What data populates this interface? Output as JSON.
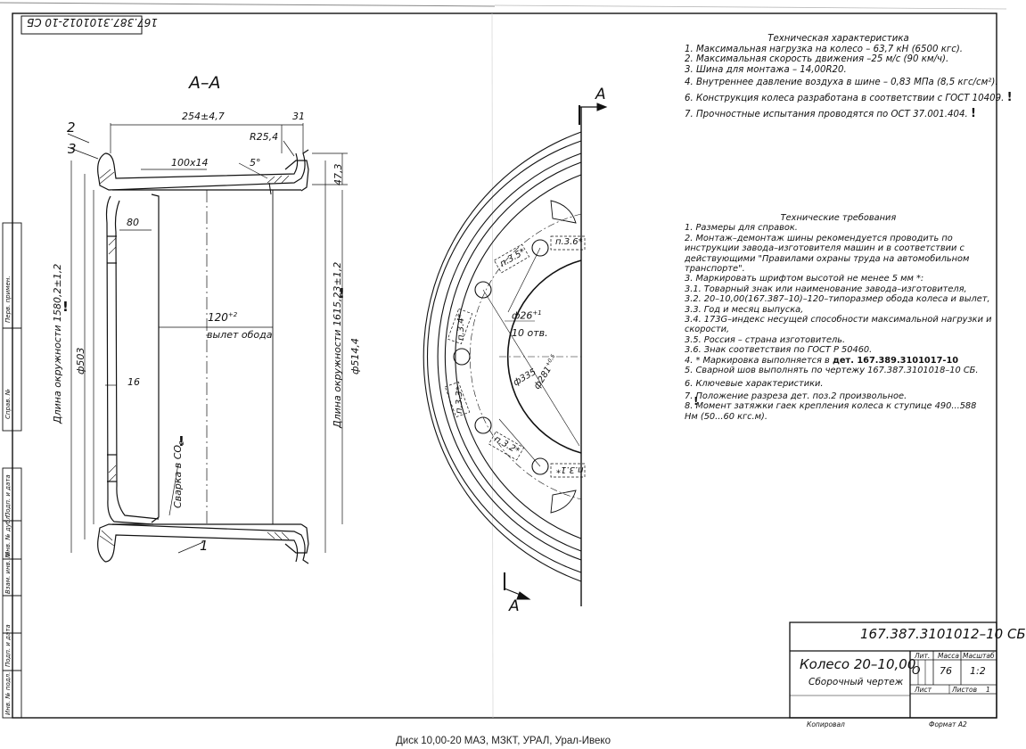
{
  "drawing": {
    "header_code": "167.387.3101012-10 СБ",
    "section_label": "А–А",
    "cut_label": "А",
    "dimensions": {
      "width_top": "254±4,7",
      "dim_31": "31",
      "radius": "R25,4",
      "dim_47_3": "47,3",
      "dim_100x14": "100x14",
      "angle": "5°",
      "dim_80": "80",
      "offset": "120",
      "offset_tol": "+2",
      "offset_label": "вылет обода",
      "dim_16": "16",
      "diam_503": "ф503",
      "diam_514": "ф514,4",
      "circ_left": "Длина окружности 1580,2±1,2",
      "circ_right": "Длина окружности 1615,23±1,2",
      "weld": "Сварка в CO",
      "weld_sub": "2",
      "diam_26": "ф26",
      "diam_26_tol": "+1",
      "holes": "10 отв.",
      "diam_335": "ф335",
      "diam_281": "ф281",
      "diam_281_tol": "+0,5",
      "n35": "п.3.5*",
      "n36": "п.3.6*",
      "n34": "п.3.4*",
      "n33": "п.3.3*",
      "n32": "п.3.2*",
      "n31": "п.3.1*",
      "pos1": "1",
      "pos2": "2",
      "pos3": "3"
    },
    "tech_characteristics": {
      "title": "Техническая характеристика",
      "items": [
        "1. Максимальная нагрузка на колесо – 63,7 кН (6500 кгс).",
        "2. Максимальная скорость движения –25 м/с (90 км/ч).",
        "3. Шина для монтажа – 14,00R20.",
        "4. Внутреннее давление воздуха в шине – 0,83 МПа (8,5 кгс/см²).",
        "6. Конструкция колеса разработана в соответствии с ГОСТ 10409.",
        "7. Прочностные испытания проводятся по ОСТ 37.001.404."
      ]
    },
    "tech_requirements": {
      "title": "Технические требования",
      "items": [
        "1. Размеры для справок.",
        "2. Монтаж–демонтаж шины рекомендуется проводить по инструкции завода–изготовителя машин и в соответствии с действующими \"Правилами охраны труда на автомобильном транспорте\".",
        "3. Маркировать шрифтом высотой не менее 5 мм *:",
        "3.1. Товарный знак или наименование завода–изготовителя,",
        "3.2. 20–10,00(167.387–10)–120–типоразмер обода колеса и вылет,",
        "3.3. Год и месяц выпуска,",
        "3.4. 173G–индекс несущей способности максимальной нагрузки и скорости,",
        "3.5. Россия – страна изготовитель.",
        "3.6. Знак соответствия по ГОСТ Р 50460.",
        "4. * Маркировка выполняется в",
        "5. Сварной шов выполнять по чертежу 167.387.3101018–10 СБ.",
        "6. Ключевые характеристики.",
        "7. Положение разреза дет. поз.2 произвольное.",
        "8. Момент затяжки гаек крепления колеса к ступице 490...588 Нм (50...60 кгс.м)."
      ],
      "item4_bold": "дет. 167.389.3101017-10"
    },
    "stamp": {
      "code": "167.387.3101012–10 СБ",
      "name": "Колесо 20–10,00",
      "subtitle": "Сборочный чертеж",
      "lit_label": "Лит.",
      "mass_label": "Масса",
      "scale_label": "Масштаб",
      "lit": "О",
      "mass": "76",
      "scale": "1:2",
      "sheet_label": "Лист",
      "sheets_label": "Листов",
      "sheets": "1",
      "copied": "Копировал",
      "format": "Формат А2"
    },
    "side_stamp": [
      "Перв. примен.",
      "Справ. №",
      "Подп. и дата",
      "Инв. № дубл.",
      "Взам. инв. №",
      "Подп. и дата",
      "Инв. № подл."
    ]
  },
  "caption": "Диск 10,00-20 МАЗ, МЗКТ, УРАЛ, Урал-Ивеко"
}
